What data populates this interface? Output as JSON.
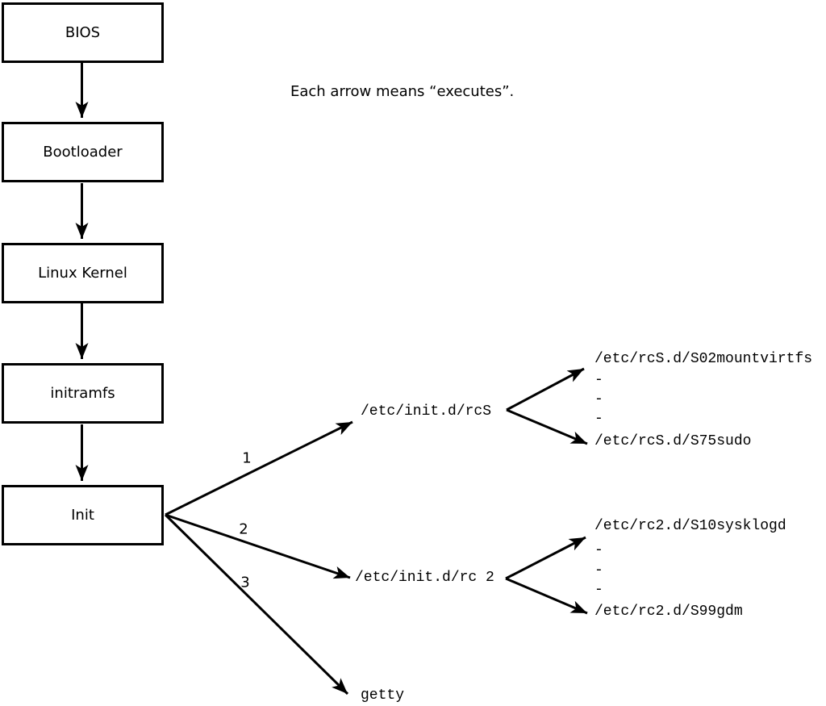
{
  "diagram": {
    "note": "Each arrow means “executes”.",
    "boxes": [
      {
        "label": "BIOS"
      },
      {
        "label": "Bootloader"
      },
      {
        "label": "Linux Kernel"
      },
      {
        "label": "initramfs"
      },
      {
        "label": "Init"
      }
    ],
    "branches": [
      {
        "number": "1",
        "target": "/etc/init.d/rcS",
        "children": [
          "/etc/rcS.d/S02mountvirtfs",
          "-",
          "-",
          "-",
          "/etc/rcS.d/S75sudo"
        ]
      },
      {
        "number": "2",
        "target": "/etc/init.d/rc 2",
        "children": [
          "/etc/rc2.d/S10sysklogd",
          "-",
          "-",
          "-",
          "/etc/rc2.d/S99gdm"
        ]
      },
      {
        "number": "3",
        "target": "getty",
        "children": []
      }
    ],
    "colors": {
      "line": "#000000",
      "background": "#ffffff",
      "text": "#000000"
    }
  }
}
